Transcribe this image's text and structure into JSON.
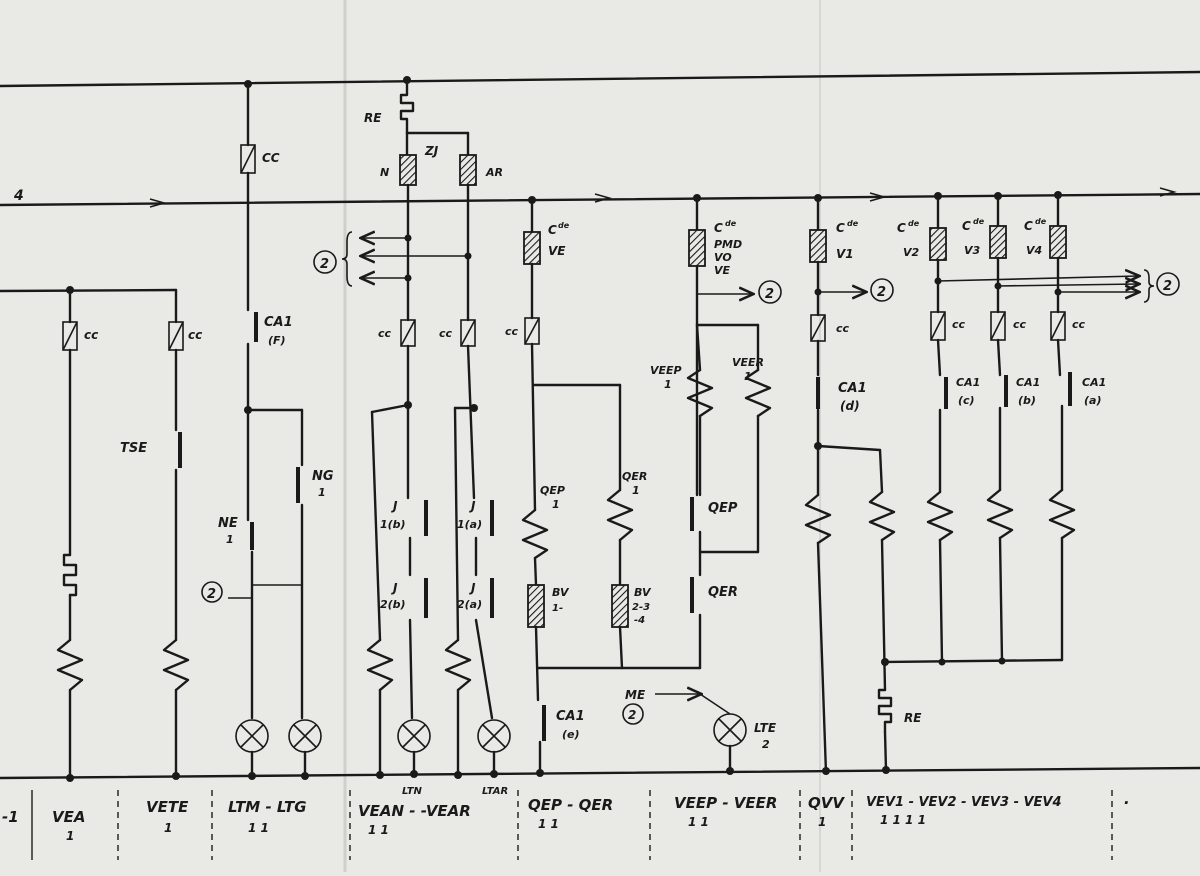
{
  "wire_label": "4",
  "labels": {
    "re_top": "RE",
    "zj": "ZJ",
    "n": "N",
    "ar": "AR",
    "cc": "cc",
    "cc_ltm": "CC",
    "tse": "TSE",
    "ca1": "CA1",
    "ca1_f": "(F)",
    "ca1_e": "(e)",
    "ca1_d": "(d)",
    "ca1_c": "(c)",
    "ca1_b": "(b)",
    "ca1_a": "(a)",
    "ng": "NG",
    "ne": "NE",
    "one": "1",
    "j": "J",
    "j1b": "1(b)",
    "j1a": "1(a)",
    "j2b": "2(b)",
    "j2a": "2(a)",
    "qep": "QEP",
    "qer": "QER",
    "bv": "BV",
    "bv1": "1-",
    "bv234": "2-3",
    "bv4": "-4",
    "cde": "C",
    "de_sup": "de",
    "ve": "VE",
    "pmd": "PMD",
    "vo": "VO",
    "ve2": "VE",
    "v1": "V1",
    "v2": "V2",
    "v3": "V3",
    "v4": "V4",
    "veep": "VEEP",
    "veer": "VEER",
    "re_bottom": "RE",
    "me": "ME",
    "lte": "LTE",
    "lte_n": "2",
    "ltn": "LTN",
    "ltar": "LTAR",
    "circle_2": "2"
  },
  "bottom_labels": [
    {
      "top": "-1",
      "sub": ""
    },
    {
      "top": "VEA",
      "sub": "1"
    },
    {
      "top": "VETE",
      "sub": "1"
    },
    {
      "top": "LTM - LTG",
      "sub": "1        1"
    },
    {
      "top": "VEAN  -  -VEAR",
      "sub": "1              1"
    },
    {
      "top": "QEP  -  QER",
      "sub": "1             1"
    },
    {
      "top": "VEEP - VEER",
      "sub": "1          1"
    },
    {
      "top": "QVV",
      "sub": "1"
    },
    {
      "top": "VEV1 - VEV2 - VEV3 - VEV4",
      "sub": "1          1          1          1"
    },
    {
      "top": ".",
      "sub": ""
    }
  ]
}
